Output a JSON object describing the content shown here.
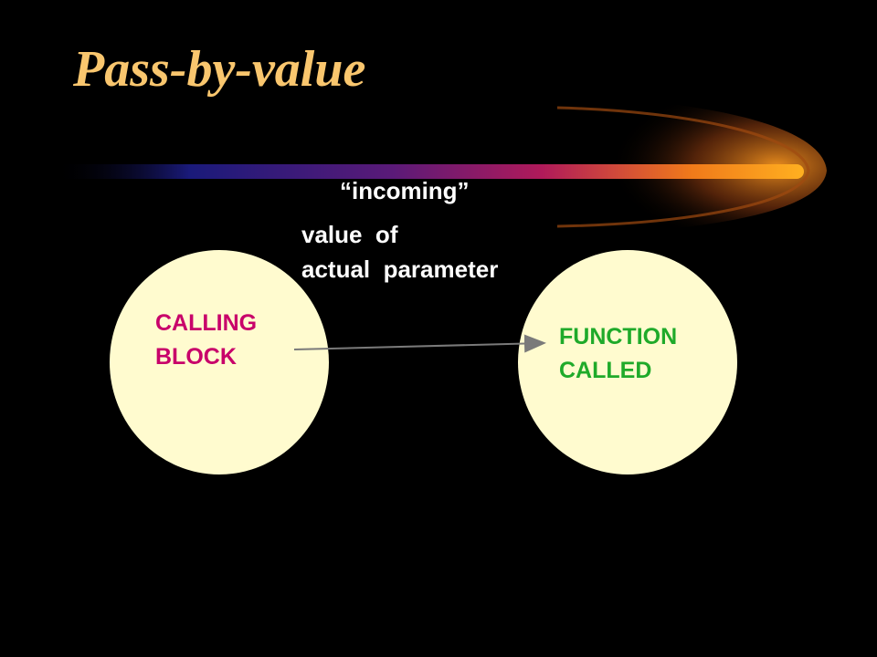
{
  "title": "Pass-by-value",
  "incoming_label": "“incoming”",
  "value_label_line1": "value  of",
  "value_label_line2": "actual  parameter",
  "calling_block": {
    "line1": "CALLING",
    "line2": "BLOCK"
  },
  "function_called": {
    "line1": "FUNCTION",
    "line2": "CALLED"
  },
  "colors": {
    "background": "#000000",
    "title": "#F9C66E",
    "text": "#FFFFFF",
    "circle_fill": "#FFFBCF",
    "calling_text": "#C8006A",
    "called_text": "#1FAA2A",
    "arrow": "#7A7A7A"
  }
}
